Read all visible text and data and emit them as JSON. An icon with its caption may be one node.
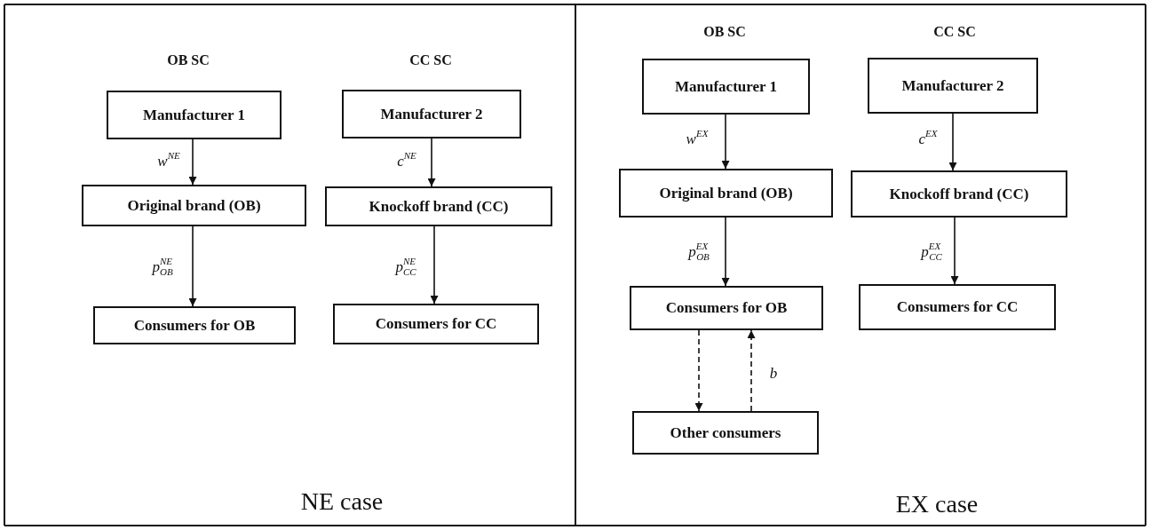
{
  "diagram": {
    "nodes": [
      {
        "text": [
          "Manufacturer 1"
        ]
      },
      {
        "text": [
          "Original brand (OB)"
        ]
      },
      {
        "text": [
          "Consumers for OB"
        ]
      },
      {
        "text": [
          "Manufacturer 2"
        ]
      },
      {
        "text": [
          "Knockoff brand (CC)"
        ]
      },
      {
        "text": [
          "Consumers for CC"
        ]
      },
      {
        "text": [
          "Manufacturer 1"
        ]
      },
      {
        "text": [
          "Original brand (OB)"
        ]
      },
      {
        "text": [
          "Consumers for OB"
        ]
      },
      {
        "text": [
          "Other consumers"
        ]
      },
      {
        "text": [
          "Manufacturer 2"
        ]
      },
      {
        "text": [
          "Knockoff brand (CC)"
        ]
      },
      {
        "text": [
          "Consumers for CC"
        ]
      }
    ],
    "edges": [
      {
        "from": 0,
        "to": 1,
        "arrow": "to",
        "label": "w$^{NE}$"
      },
      {
        "from": 1,
        "to": 2,
        "arrow": "to",
        "label": "p$^{NE}$$_{OB}$"
      },
      {
        "from": 3,
        "to": 4,
        "arrow": "to",
        "label": "c$^{NE}$"
      },
      {
        "from": 4,
        "to": 5,
        "arrow": "to",
        "label": "p$^{NE}$$_{CC}$"
      },
      {
        "from": 6,
        "to": 7,
        "arrow": "to",
        "label": "w$^{EX}$"
      },
      {
        "from": 7,
        "to": 8,
        "arrow": "to",
        "label": "p$^{EX}$$_{OB}$"
      },
      {
        "from": 8,
        "to": 9,
        "arrow": "to",
        "style": "dashed"
      },
      {
        "from": 9,
        "to": 8,
        "arrow": "to",
        "style": "dashed",
        "label": "b"
      },
      {
        "from": 10,
        "to": 11,
        "arrow": "to",
        "label": "c$^{EX}$"
      },
      {
        "from": 11,
        "to": 12,
        "arrow": "to",
        "label": "p$^{EX}$$_{CC}$"
      }
    ],
    "labels": [
      "OB SC",
      "CC SC",
      "OB SC",
      "CC SC",
      "NE case",
      "EX case"
    ]
  }
}
